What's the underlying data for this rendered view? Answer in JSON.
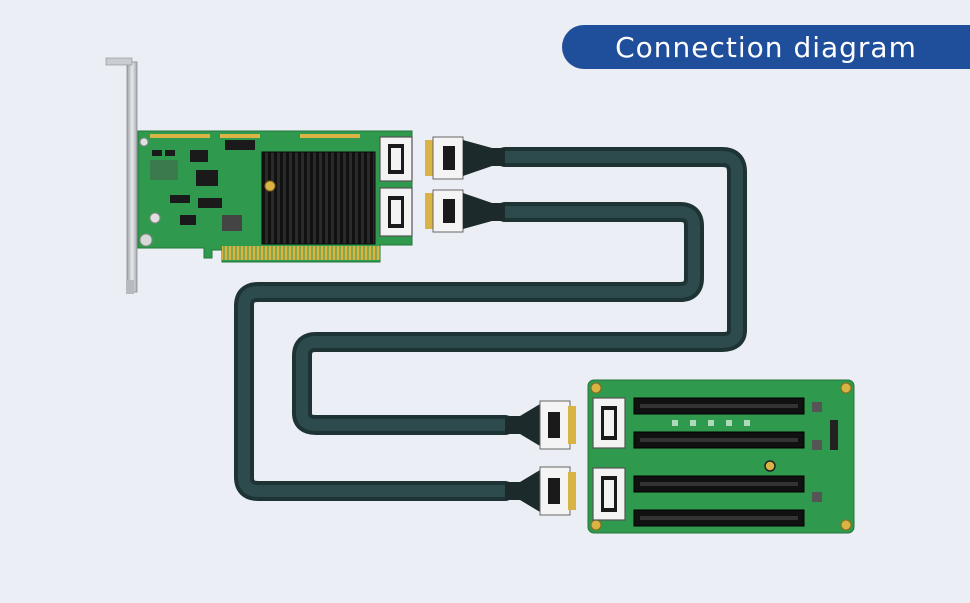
{
  "title": "Connection diagram",
  "colors": {
    "background": "#ebeff5",
    "banner": "#1f4e9a",
    "banner_text": "#ffffff",
    "pcb": "#2f9a4e",
    "cable": "#233c3d",
    "heatsink": "#1c1c1c",
    "gold": "#d9b445",
    "bracket": "#bfc2c6"
  },
  "components": {
    "host_card": "raid-controller-card",
    "cable": "dual-slimsas-cable",
    "backplane": "pcie-riser-board"
  }
}
